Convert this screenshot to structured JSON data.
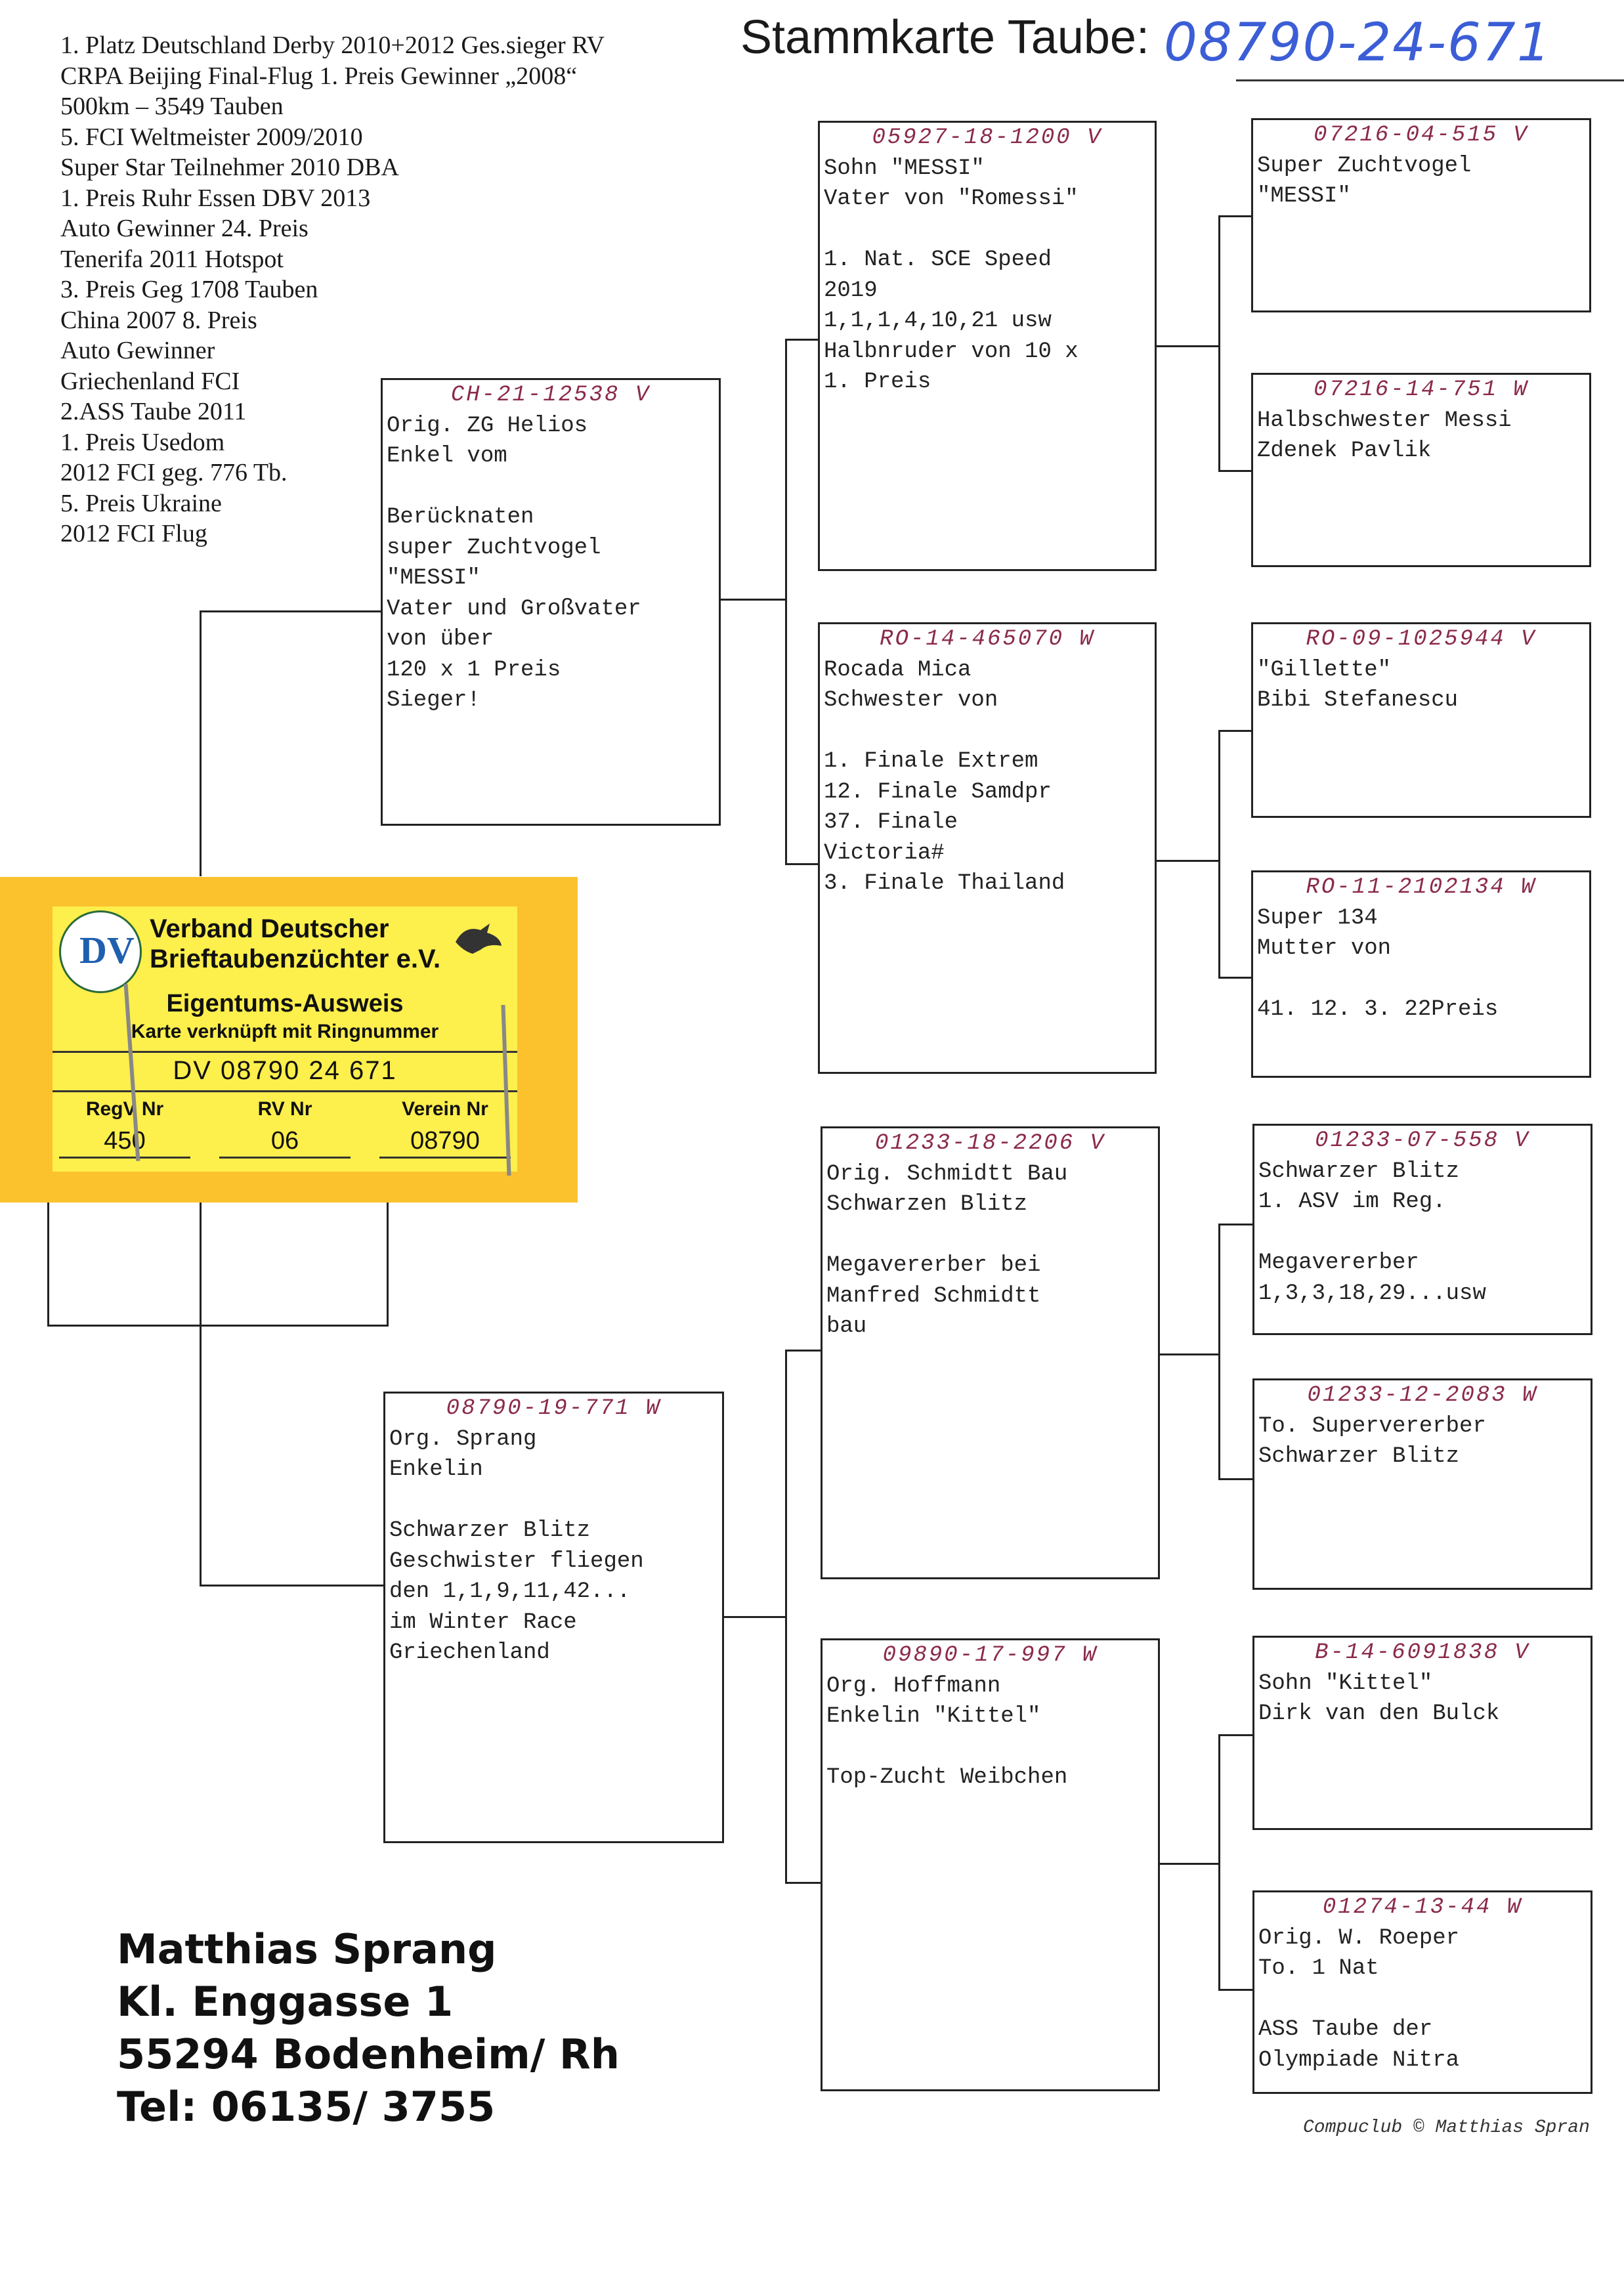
{
  "title": {
    "label": "Stammkarte Taube:",
    "ring": "08790-24-671"
  },
  "achievements": [
    "1. Platz Deutschland Derby 2010+2012 Ges.sieger RV",
    "CRPA Beijing Final-Flug 1. Preis Gewinner „2008“",
    "500km – 3549 Tauben",
    "5. FCI Weltmeister 2009/2010",
    "Super Star Teilnehmer 2010 DBA",
    "1. Preis Ruhr Essen DBV 2013",
    "Auto Gewinner 24. Preis",
    "Tenerifa 2011  Hotspot",
    "3. Preis Geg 1708 Tauben",
    "China 2007 8. Preis",
    "Auto Gewinner",
    "Griechenland FCI",
    "2.ASS Taube 2011",
    "1. Preis Usedom",
    "2012 FCI geg. 776 Tb.",
    "5. Preis Ukraine",
    "2012 FCI Flug"
  ],
  "pedigree": {
    "sire": {
      "ring": "CH-21-12538 V",
      "lines": [
        "Orig. ZG Helios",
        "Enkel vom",
        "",
        "Berücknaten",
        "super Zuchtvogel",
        "\"MESSI\"",
        "Vater und Großvater",
        "von über",
        "120 x 1 Preis",
        "Sieger!"
      ]
    },
    "dam": {
      "ring": "08790-19-771 W",
      "lines": [
        "Org. Sprang",
        "Enkelin",
        "",
        "Schwarzer Blitz",
        "Geschwister fliegen",
        "den 1,1,9,11,42...",
        "im Winter Race",
        "Griechenland"
      ]
    },
    "ss": {
      "ring": "05927-18-1200 V",
      "lines": [
        "Sohn \"MESSI\"",
        "Vater von \"Romessi\"",
        "",
        "1. Nat. SCE Speed",
        "2019",
        "1,1,1,4,10,21 usw",
        "Halbnruder von 10 x",
        "1. Preis"
      ]
    },
    "sd": {
      "ring": "RO-14-465070 W",
      "lines": [
        "Rocada Mica",
        "Schwester von",
        "",
        "1. Finale Extrem",
        "12. Finale Samdpr",
        "37. Finale",
        "Victoria#",
        "3. Finale Thailand"
      ]
    },
    "ds": {
      "ring": "01233-18-2206 V",
      "lines": [
        "Orig. Schmidtt Bau",
        "Schwarzen Blitz",
        "",
        "Megavererber bei",
        "Manfred Schmidtt",
        "bau"
      ]
    },
    "dd": {
      "ring": "09890-17-997 W",
      "lines": [
        "Org. Hoffmann",
        "Enkelin \"Kittel\"",
        "",
        "Top-Zucht Weibchen"
      ]
    },
    "sss": {
      "ring": "07216-04-515 V",
      "lines": [
        "Super Zuchtvogel",
        "\"MESSI\""
      ]
    },
    "ssd": {
      "ring": "07216-14-751 W",
      "lines": [
        "Halbschwester Messi",
        "Zdenek Pavlik"
      ]
    },
    "sds": {
      "ring": "RO-09-1025944 V",
      "lines": [
        "\"Gillette\"",
        "Bibi Stefanescu"
      ]
    },
    "sdd": {
      "ring": "RO-11-2102134 W",
      "lines": [
        "Super 134",
        "Mutter von",
        "",
        "41. 12. 3. 22Preis"
      ]
    },
    "dss": {
      "ring": "01233-07-558 V",
      "lines": [
        "Schwarzer Blitz",
        "1. ASV im Reg.",
        "",
        "Megavererber",
        "1,3,3,18,29...usw"
      ]
    },
    "dsd": {
      "ring": "01233-12-2083 W",
      "lines": [
        "To. Supervererber",
        "Schwarzer Blitz"
      ]
    },
    "dds": {
      "ring": "B-14-6091838 V",
      "lines": [
        "Sohn \"Kittel\"",
        "Dirk van den Bulck"
      ]
    },
    "ddd": {
      "ring": "01274-13-44 W",
      "lines": [
        "Orig. W. Roeper",
        "To. 1 Nat",
        "",
        "ASS Taube der",
        "Olympiade Nitra"
      ]
    }
  },
  "card": {
    "org_line1": "Verband Deutscher",
    "org_line2": "Brieftaubenzüchter e.V.",
    "logo_letter": "DV",
    "subtitle": "Eigentums-Ausweis",
    "subtitle2": "Karte verknüpft mit Ringnummer",
    "number": "DV 08790 24 671",
    "fields": [
      {
        "label": "RegV Nr",
        "value": "450"
      },
      {
        "label": "RV Nr",
        "value": "06"
      },
      {
        "label": "Verein Nr",
        "value": "08790"
      }
    ],
    "colors": {
      "outer": "#fbc22e",
      "inner": "#fdef4c"
    }
  },
  "address": [
    "Matthias Sprang",
    "Kl. Enggasse 1",
    "55294 Bodenheim/ Rh",
    "Tel: 06135/ 3755"
  ],
  "footer": "Compuclub © Matthias Spran",
  "colors": {
    "ring_text": "#8a2a4a",
    "title_ring": "#3b5ed6"
  }
}
